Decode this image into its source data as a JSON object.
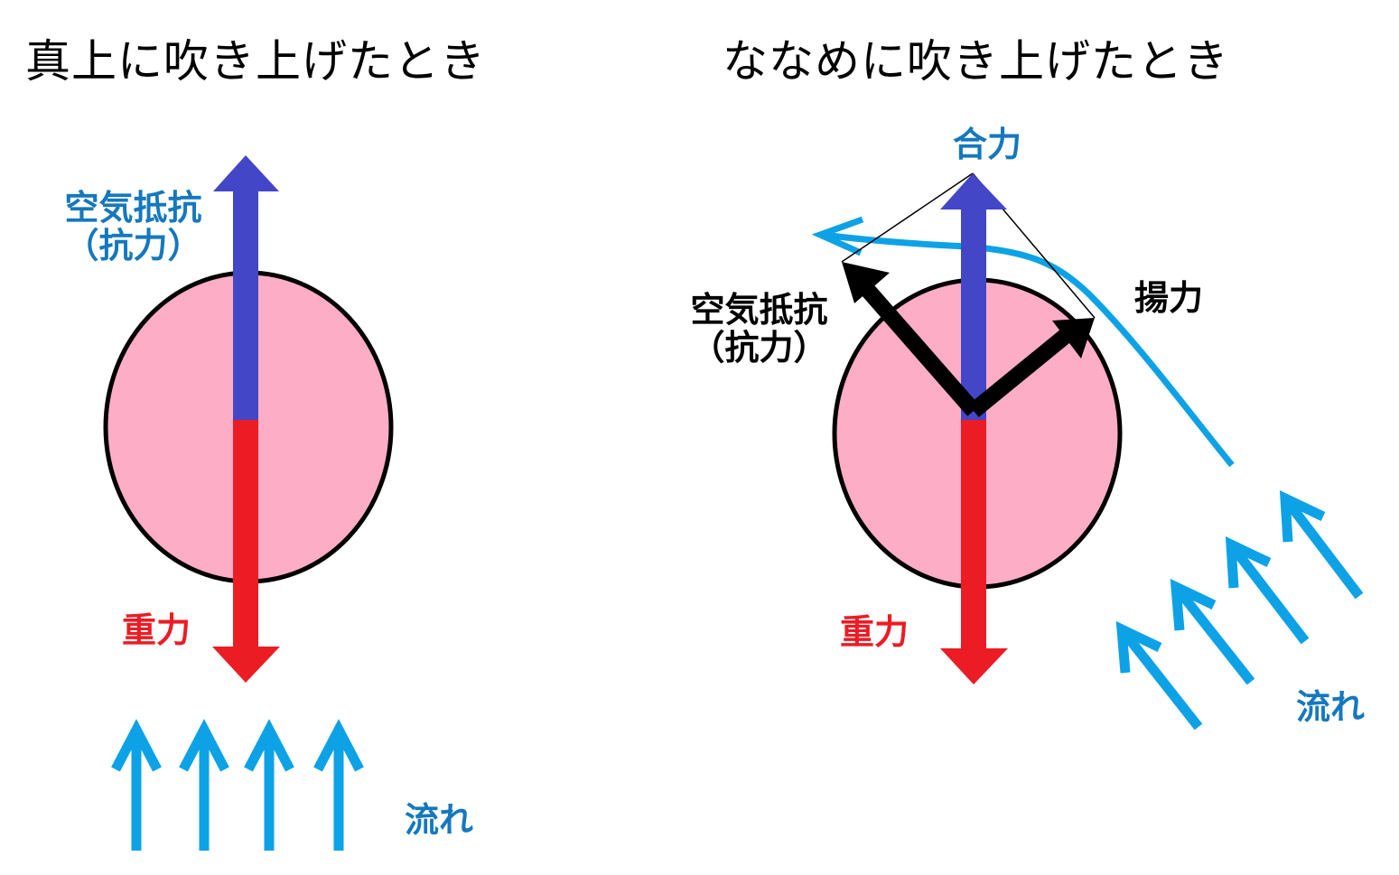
{
  "colors": {
    "air_resistance": "#4346c6",
    "gravity": "#ec1c24",
    "flow": "#0da2e6",
    "label_blue": "#1578be",
    "label_red": "#ec1c24",
    "ball_fill": "#fdadc6",
    "black": "#000000"
  },
  "left_panel": {
    "title": "真上に吹き上げたとき",
    "air_resistance_line1": "空気抵抗",
    "air_resistance_line2": "（抗力）",
    "gravity_label": "重力",
    "flow_label": "流れ"
  },
  "right_panel": {
    "title": "ななめに吹き上げたとき",
    "resultant_label": "合力",
    "lift_label": "揚力",
    "air_resistance_line1": "空気抵抗",
    "air_resistance_line2": "（抗力）",
    "gravity_label": "重力",
    "flow_label": "流れ"
  }
}
